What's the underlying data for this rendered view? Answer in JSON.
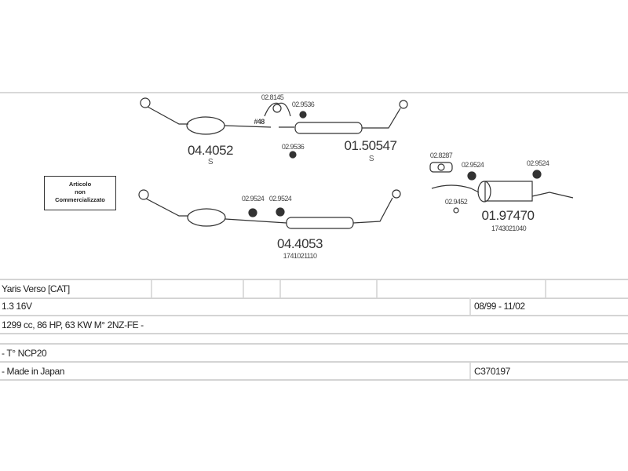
{
  "diagram": {
    "not_sold_box": [
      "Articolo",
      "non",
      "Commercializzato"
    ],
    "parts": [
      {
        "code": "04.4052",
        "suffix": "S"
      },
      {
        "code": "01.50547",
        "suffix": "S"
      },
      {
        "code": "04.4053",
        "oem": "1741021110"
      },
      {
        "code": "01.97470",
        "oem": "1743021040"
      }
    ],
    "fittings": {
      "f1": "02.8145",
      "f2": "02.9536",
      "f3": "02.9536",
      "f4": "#48",
      "f5": "02.9524",
      "f6": "02.9524",
      "f7": "02.8287",
      "f8": "02.9524",
      "f9": "02.9524",
      "f10": "02.9452"
    }
  },
  "table": {
    "model": "Yaris Verso  [CAT]",
    "engine": "1.3 16V",
    "period": "08/99 - 11/02",
    "specs": "1299 cc, 86 HP, 63 KW  M° 2NZ-FE -",
    "type": "- T° NCP20",
    "origin": "- Made in Japan",
    "code": "C370197"
  }
}
